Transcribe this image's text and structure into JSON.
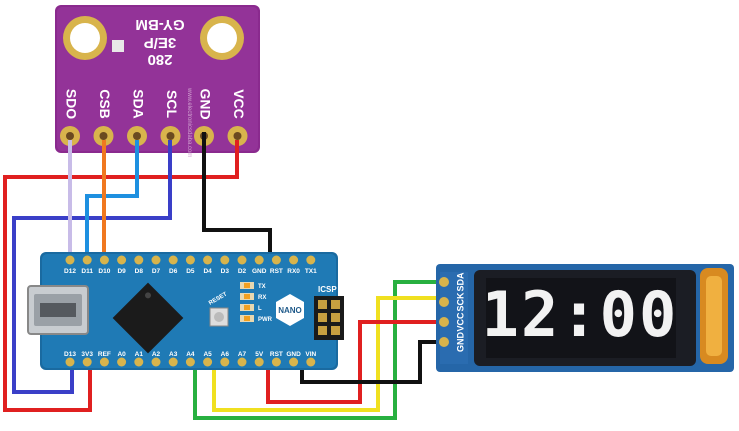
{
  "sensor": {
    "title_line1": "280",
    "title_line2": "3E/P",
    "title_line3": "GY-BM",
    "watermark": "www.electronicsdaba.com",
    "pins": [
      "SDO",
      "CSB",
      "SDA",
      "SCL",
      "GND",
      "VCC"
    ]
  },
  "nano": {
    "top_pins": [
      "D12",
      "D11",
      "D10",
      "D9",
      "D8",
      "D7",
      "D6",
      "D5",
      "D4",
      "D3",
      "D2",
      "GND",
      "RST",
      "RX0",
      "TX1"
    ],
    "bottom_pins": [
      "D13",
      "3V3",
      "REF",
      "A0",
      "A1",
      "A2",
      "A3",
      "A4",
      "A5",
      "A6",
      "A7",
      "5V",
      "RST",
      "GND",
      "VIN"
    ],
    "icsp_label": "ICSP",
    "badge": "NANO",
    "reset_label": "RESET",
    "led_labels": [
      "TX",
      "RX",
      "L",
      "PWR"
    ]
  },
  "oled": {
    "pins": [
      "SDA",
      "SCK",
      "VCC",
      "GND"
    ],
    "time": "12:00"
  },
  "wires": {
    "colors": {
      "red": "#e02020",
      "blue": "#3a3fc8",
      "light_blue": "#1e90e0",
      "orange": "#f07820",
      "lavender": "#c8bce8",
      "black": "#111111",
      "yellow": "#f0e020",
      "green": "#28b040"
    }
  }
}
